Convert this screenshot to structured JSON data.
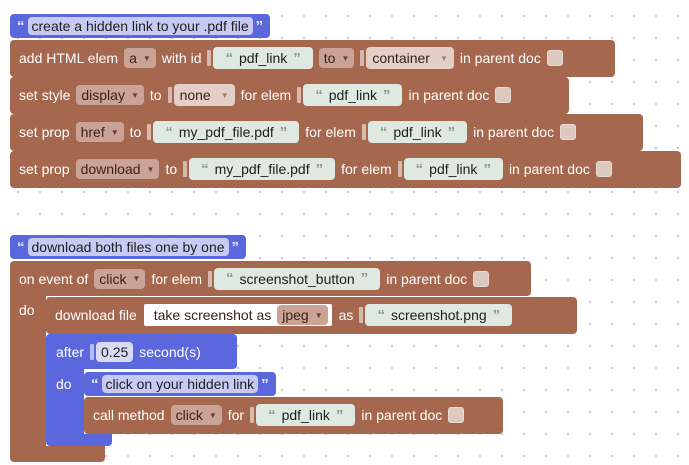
{
  "workspace": {
    "group1": {
      "comment": "create a hidden link to your .pdf file",
      "row1": {
        "prefix": "add HTML elem",
        "elem_type": "a",
        "with_id_label": "with id",
        "id_value": "pdf_link",
        "to_label": "to",
        "parent_value": "container",
        "suffix": "in parent doc"
      },
      "row2": {
        "prefix": "set style",
        "prop": "display",
        "to_label": "to",
        "value": "none",
        "for_label": "for elem",
        "elem": "pdf_link",
        "suffix": "in parent doc"
      },
      "row3": {
        "prefix": "set prop",
        "prop": "href",
        "to_label": "to",
        "value": "my_pdf_file.pdf",
        "for_label": "for elem",
        "elem": "pdf_link",
        "suffix": "in parent doc"
      },
      "row4": {
        "prefix": "set prop",
        "prop": "download",
        "to_label": "to",
        "value": "my_pdf_file.pdf",
        "for_label": "for elem",
        "elem": "pdf_link",
        "suffix": "in parent doc"
      }
    },
    "group2": {
      "comment": "download both files one by one",
      "event_row": {
        "prefix": "on event of",
        "event": "click",
        "for_label": "for elem",
        "elem": "screenshot_button",
        "suffix": "in parent doc"
      },
      "do_label": "do",
      "download_row": {
        "prefix": "download file",
        "screenshot_label": "take screenshot as",
        "format": "jpeg",
        "as_label": "as",
        "filename": "screenshot.png"
      },
      "after_row": {
        "prefix": "after",
        "value": "0.25",
        "unit": "second(s)"
      },
      "inner_do_label": "do",
      "inner_comment": "click on your hidden link",
      "call_row": {
        "prefix": "call method",
        "method": "click",
        "for_label": "for",
        "elem": "pdf_link",
        "suffix": "in parent doc"
      }
    }
  },
  "colors": {
    "block_brown": "#a5674e",
    "block_purple": "#5b67dc",
    "string_field": "#dfe8e1"
  },
  "icons": {
    "quote_open": "“",
    "quote_close": "”",
    "dropdown": "▼"
  }
}
